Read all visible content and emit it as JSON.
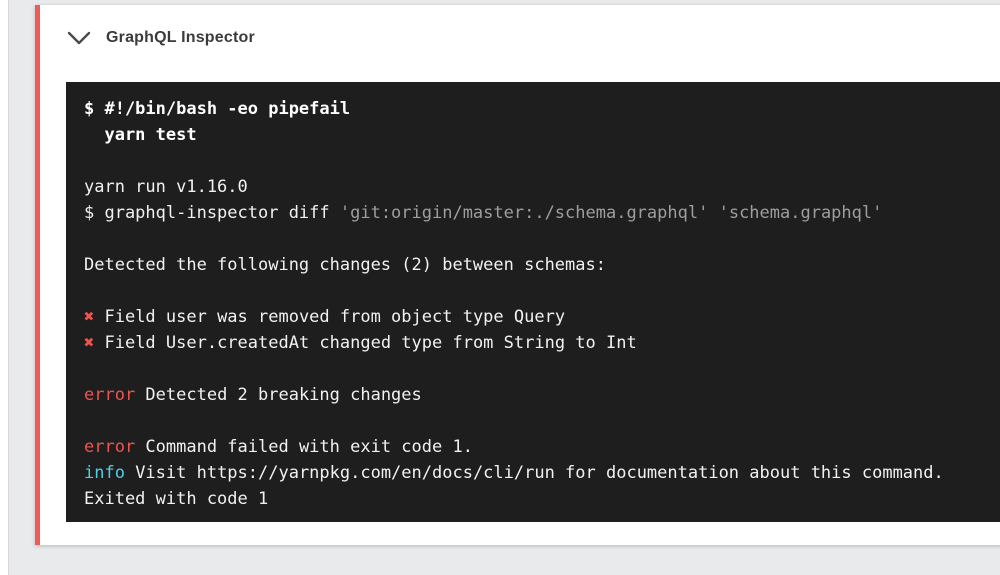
{
  "card": {
    "title": "GraphQL Inspector",
    "accent_color": "#f05a5a",
    "header_icon": "chevron-down-icon"
  },
  "terminal": {
    "background": "#1e1e1e",
    "colors": {
      "plain": "#f1f1f1",
      "cmd": "#ffffff",
      "dim": "#9e9e9e",
      "red": "#ef5350",
      "cyan": "#4dd0e1"
    },
    "lines": [
      {
        "segments": [
          {
            "text": "$ #!/bin/bash -eo pipefail",
            "style": "cmd"
          }
        ]
      },
      {
        "segments": [
          {
            "text": "  yarn test",
            "style": "cmd"
          }
        ]
      },
      {
        "segments": []
      },
      {
        "segments": [
          {
            "text": "yarn run v1.16.0",
            "style": "plain"
          }
        ]
      },
      {
        "segments": [
          {
            "text": "$ graphql-inspector diff ",
            "style": "plain"
          },
          {
            "text": "'git:origin/master:./schema.graphql'",
            "style": "dim"
          },
          {
            "text": " ",
            "style": "plain"
          },
          {
            "text": "'schema.graphql'",
            "style": "dim"
          }
        ]
      },
      {
        "segments": []
      },
      {
        "segments": [
          {
            "text": "Detected the following changes (2) between schemas:",
            "style": "plain"
          }
        ]
      },
      {
        "segments": []
      },
      {
        "segments": [
          {
            "text": "✖",
            "style": "red"
          },
          {
            "text": " Field user was removed from object type Query",
            "style": "plain"
          }
        ]
      },
      {
        "segments": [
          {
            "text": "✖",
            "style": "red"
          },
          {
            "text": " Field User.createdAt changed type from String to Int",
            "style": "plain"
          }
        ]
      },
      {
        "segments": []
      },
      {
        "segments": [
          {
            "text": "error",
            "style": "red"
          },
          {
            "text": " Detected 2 breaking changes",
            "style": "plain"
          }
        ]
      },
      {
        "segments": []
      },
      {
        "segments": [
          {
            "text": "error",
            "style": "red"
          },
          {
            "text": " Command failed with exit code 1.",
            "style": "plain"
          }
        ]
      },
      {
        "segments": [
          {
            "text": "info",
            "style": "cyan"
          },
          {
            "text": " Visit https://yarnpkg.com/en/docs/cli/run for documentation about this command.",
            "style": "plain"
          }
        ]
      },
      {
        "segments": [
          {
            "text": "Exited with code 1",
            "style": "plain"
          }
        ]
      }
    ]
  }
}
